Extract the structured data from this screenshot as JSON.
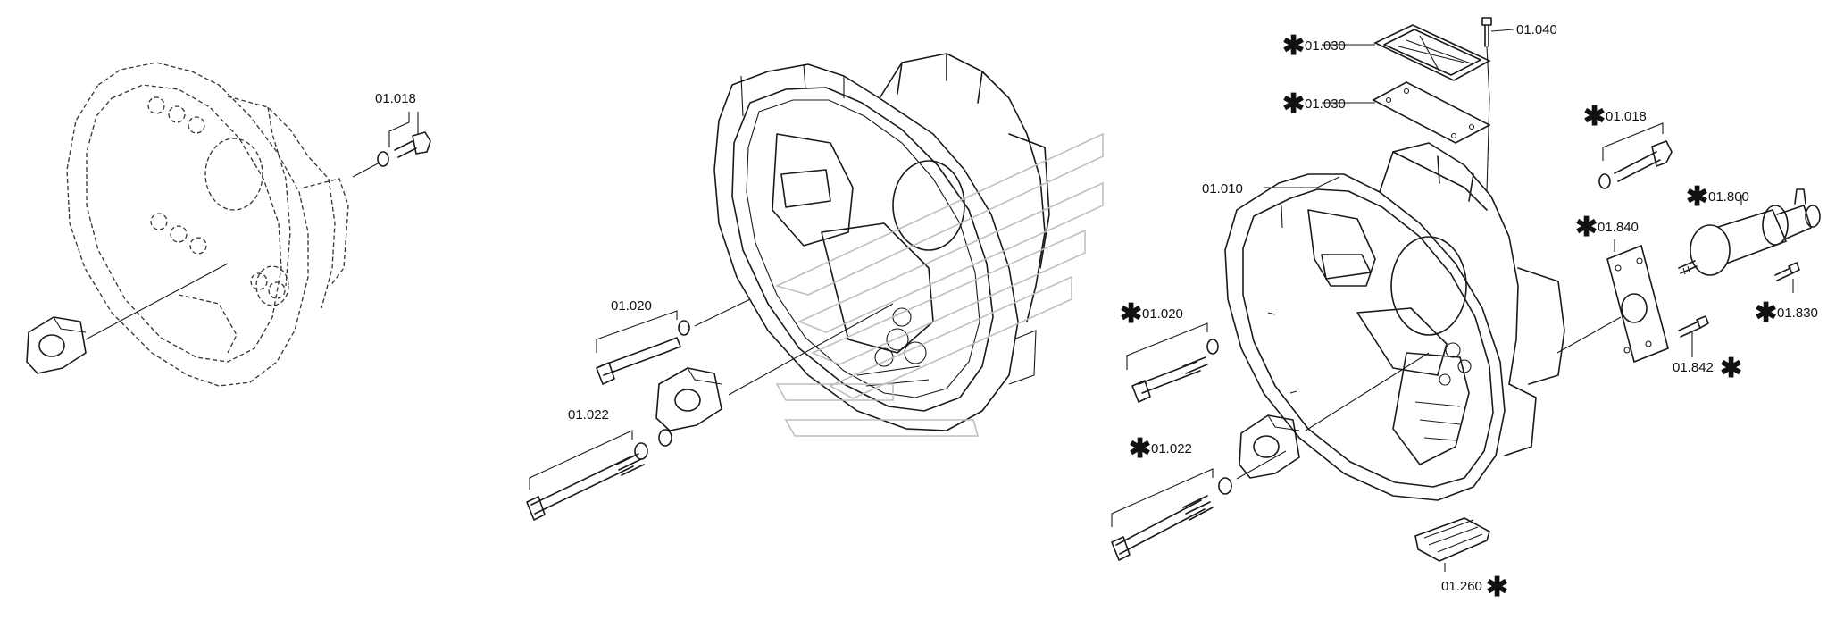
{
  "diagram": {
    "callouts": [
      {
        "id": "c1",
        "text": "01.018",
        "star": false
      },
      {
        "id": "c2",
        "text": "01.020",
        "star": false
      },
      {
        "id": "c3",
        "text": "01.022",
        "star": false
      },
      {
        "id": "c4",
        "text": "01.030",
        "star": true
      },
      {
        "id": "c5",
        "text": "01.030",
        "star": true
      },
      {
        "id": "c6",
        "text": "01.040",
        "star": false
      },
      {
        "id": "c7",
        "text": "01.010",
        "star": false
      },
      {
        "id": "c8",
        "text": "01.018",
        "star": true
      },
      {
        "id": "c9",
        "text": "01.800",
        "star": true
      },
      {
        "id": "c10",
        "text": "01.840",
        "star": true
      },
      {
        "id": "c11",
        "text": "01.830",
        "star": true
      },
      {
        "id": "c12",
        "text": "01.842",
        "star": true
      },
      {
        "id": "c13",
        "text": "01.020",
        "star": true
      },
      {
        "id": "c14",
        "text": "01.022",
        "star": true
      },
      {
        "id": "c15",
        "text": "01.260",
        "star": true
      }
    ],
    "star_symbol": "✱"
  }
}
